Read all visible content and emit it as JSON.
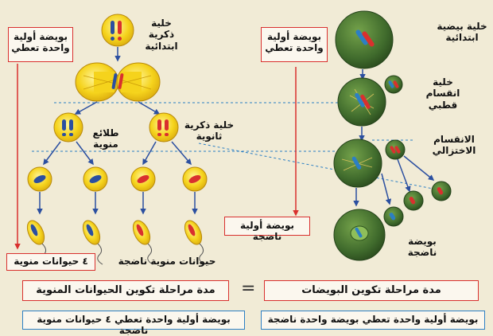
{
  "colors": {
    "background": "#f1ebd6",
    "red_frame": "#d9302e",
    "blue_frame": "#2c7fc4",
    "egg_green": "#3f6a2c",
    "sperm_yellow": "#f3d21a",
    "arrow_blue": "#2b4fa0"
  },
  "left": {
    "primary_male_cell": "خلية ذكرية ابتدائية",
    "secondary_male_cell": "خلية ذكرية ثانوية",
    "spermatids": "طلائع منوية",
    "mature_sperms": "حيوانات منوية ناضجة",
    "box_one_primary": "بويضة أولية واحدة تعطي",
    "box_four_sperms": "٤ حيوانات منوية",
    "period_title": "مدة مراحلة تكوين الحيوانات المنوية",
    "summary": "بويضة أولية واحدة تعطي ٤ حيوانات منوية ناضجة"
  },
  "right": {
    "primary_egg_cell": "خلية بيضية ابتدائية",
    "polar_division": "خلية انقسام قطبي",
    "reduction_division": "الانقسام الاختزالي",
    "mature_egg": "بويضة ناضجة",
    "box_one_primary": "بويضة أولية واحدة تعطي",
    "box_mature_primary": "بويضة أولية ناضجة",
    "period_title": "مدة مراحلة تكوين البويضات",
    "summary": "بويضة أولية واحدة تعطي بويضة واحدة ناضجة"
  },
  "equals_sign": "="
}
